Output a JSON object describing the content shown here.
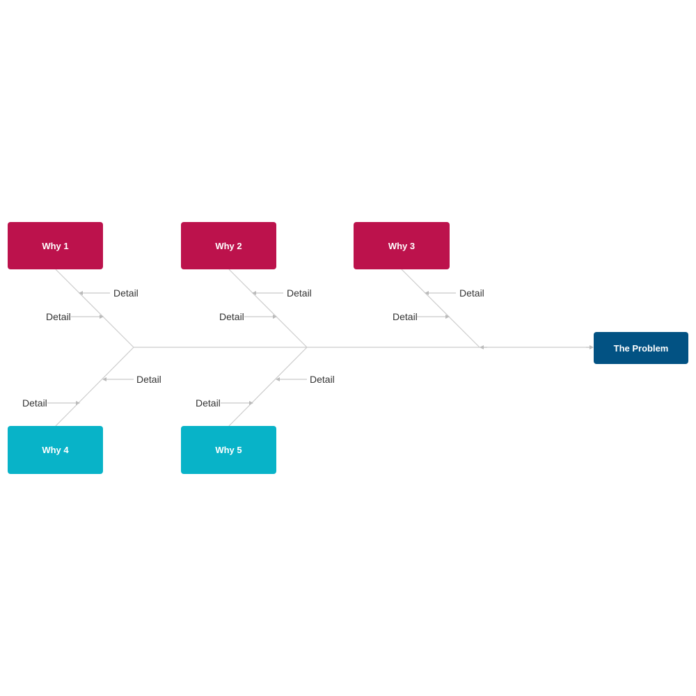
{
  "colors": {
    "cause_top": "#BC124C",
    "cause_bottom": "#08B3C8",
    "problem": "#025283",
    "bone_line": "#CCCCCC",
    "arrow": "#BBBBBB",
    "detail_text": "#333333"
  },
  "problem": {
    "label": "The Problem"
  },
  "causes": [
    {
      "label": "Why 1",
      "details": [
        "Detail",
        "Detail"
      ]
    },
    {
      "label": "Why 2",
      "details": [
        "Detail",
        "Detail"
      ]
    },
    {
      "label": "Why 3",
      "details": [
        "Detail",
        "Detail"
      ]
    },
    {
      "label": "Why 4",
      "details": [
        "Detail",
        "Detail"
      ]
    },
    {
      "label": "Why 5",
      "details": [
        "Detail",
        "Detail"
      ]
    }
  ]
}
